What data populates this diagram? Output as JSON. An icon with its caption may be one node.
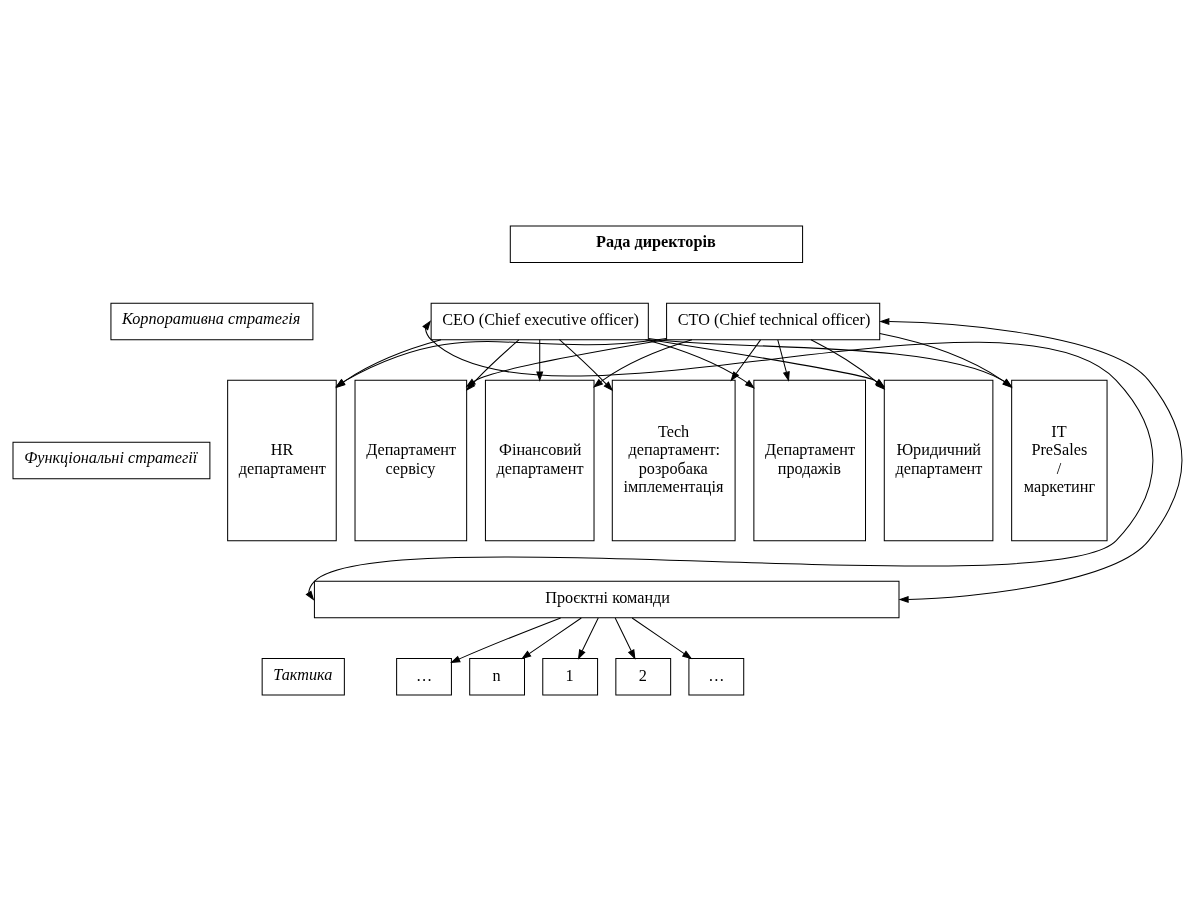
{
  "diagram": {
    "nodes": [
      {
        "text": [
          "Корпоративна стратегія"
        ]
      },
      {
        "text": [
          "Рада директорів"
        ]
      },
      {
        "text": [
          "CEO (Chief executive officer)"
        ]
      },
      {
        "text": [
          "CTO (Chief technical officer)"
        ]
      },
      {
        "text": [
          "Функціональні стратегії"
        ]
      },
      {
        "text": [
          "HR департамент"
        ]
      },
      {
        "text": [
          "Департамент сервісу"
        ]
      },
      {
        "text": [
          "Фінансовий департамент"
        ]
      },
      {
        "text": [
          "Tech департамент: розробака імплементація"
        ]
      },
      {
        "text": [
          "Департамент продажів"
        ]
      },
      {
        "text": [
          "Юридичний департамент"
        ]
      },
      {
        "text": [
          "IT PreSales / маркетинг"
        ]
      },
      {
        "text": [
          "Тактика"
        ]
      },
      {
        "text": [
          "Проєктні команди"
        ]
      },
      {
        "text": [
          "1"
        ]
      },
      {
        "text": [
          "2"
        ]
      },
      {
        "text": [
          "…"
        ]
      },
      {
        "text": [
          "…"
        ]
      },
      {
        "text": [
          "n"
        ]
      }
    ],
    "edges": [
      {
        "from": 2,
        "to": 5,
        "arrow": "to"
      },
      {
        "from": 2,
        "to": 6,
        "arrow": "to"
      },
      {
        "from": 2,
        "to": 7,
        "arrow": "to"
      },
      {
        "from": 2,
        "to": 8,
        "arrow": "to"
      },
      {
        "from": 2,
        "to": 9,
        "arrow": "to"
      },
      {
        "from": 2,
        "to": 10,
        "arrow": "to"
      },
      {
        "from": 2,
        "to": 11,
        "arrow": "to"
      },
      {
        "from": 3,
        "to": 5,
        "arrow": "to"
      },
      {
        "from": 3,
        "to": 6,
        "arrow": "to"
      },
      {
        "from": 3,
        "to": 7,
        "arrow": "to"
      },
      {
        "from": 3,
        "to": 8,
        "arrow": "to"
      },
      {
        "from": 3,
        "to": 9,
        "arrow": "to"
      },
      {
        "from": 3,
        "to": 10,
        "arrow": "to"
      },
      {
        "from": 3,
        "to": 11,
        "arrow": "to"
      },
      {
        "from": 2,
        "to": 13,
        "arrow": "both"
      },
      {
        "from": 3,
        "to": 13,
        "arrow": "both"
      },
      {
        "from": 13,
        "to": 14,
        "arrow": "to"
      },
      {
        "from": 13,
        "to": 15,
        "arrow": "to"
      },
      {
        "from": 13,
        "to": 16,
        "arrow": "to"
      },
      {
        "from": 13,
        "to": 17,
        "arrow": "to"
      },
      {
        "from": 13,
        "to": 18,
        "arrow": "to"
      }
    ]
  }
}
